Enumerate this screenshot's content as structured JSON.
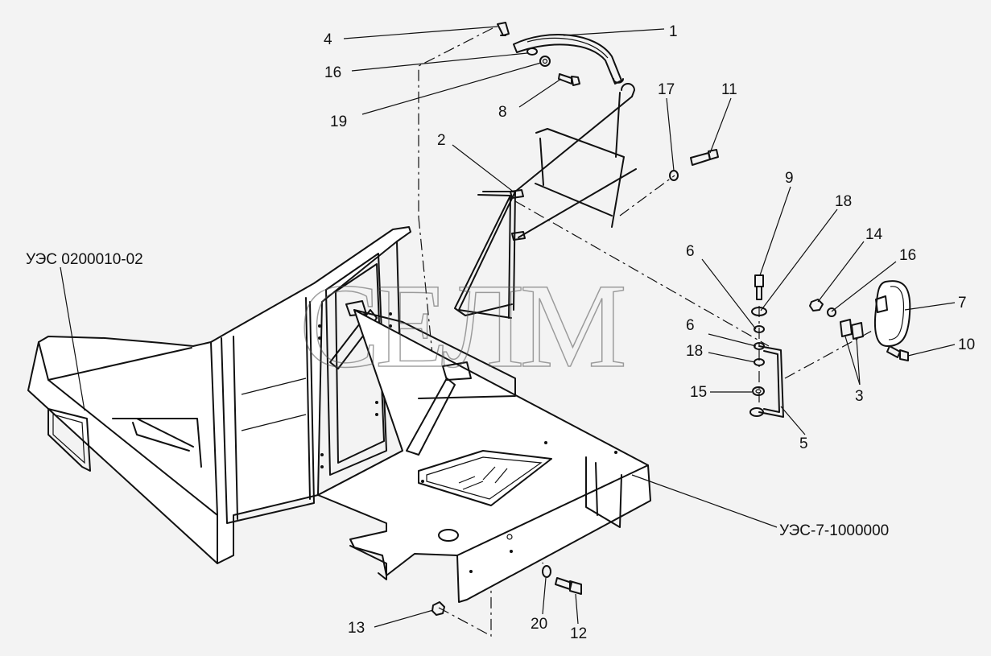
{
  "watermark": "СЕЛМ",
  "callouts": [
    {
      "id": "1",
      "text": "1"
    },
    {
      "id": "2",
      "text": "2"
    },
    {
      "id": "3",
      "text": "3"
    },
    {
      "id": "4",
      "text": "4"
    },
    {
      "id": "5",
      "text": "5"
    },
    {
      "id": "6a",
      "text": "6"
    },
    {
      "id": "6b",
      "text": "6"
    },
    {
      "id": "7",
      "text": "7"
    },
    {
      "id": "8",
      "text": "8"
    },
    {
      "id": "9",
      "text": "9"
    },
    {
      "id": "10",
      "text": "10"
    },
    {
      "id": "11",
      "text": "11"
    },
    {
      "id": "12",
      "text": "12"
    },
    {
      "id": "13",
      "text": "13"
    },
    {
      "id": "14",
      "text": "14"
    },
    {
      "id": "15",
      "text": "15"
    },
    {
      "id": "16a",
      "text": "16"
    },
    {
      "id": "16b",
      "text": "16"
    },
    {
      "id": "17",
      "text": "17"
    },
    {
      "id": "18a",
      "text": "18"
    },
    {
      "id": "18b",
      "text": "18"
    },
    {
      "id": "19",
      "text": "19"
    },
    {
      "id": "20",
      "text": "20"
    }
  ],
  "assembly_refs": {
    "cab": "УЭС 0200010-02",
    "frame": "УЭС-7-1000000"
  }
}
